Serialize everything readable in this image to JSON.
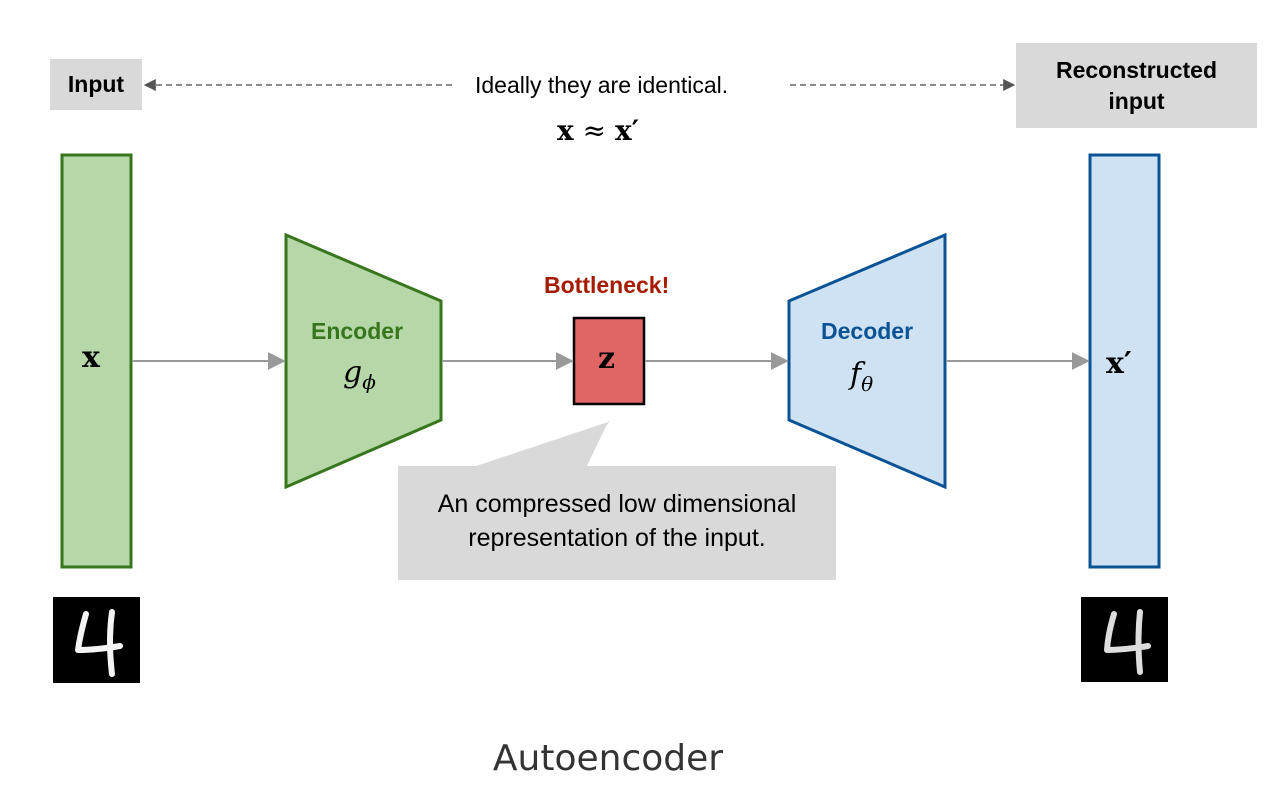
{
  "input_label": "Input",
  "output_label": "Reconstructed input",
  "note": "Ideally they are identical.",
  "identity": {
    "lhs": "x",
    "op": "≈",
    "rhs": "x′"
  },
  "input_symbol": "x",
  "encoder": {
    "title": "Encoder",
    "fn": "g",
    "sub": "ϕ"
  },
  "bottleneck": {
    "title": "Bottleneck!",
    "symbol": "z"
  },
  "decoder": {
    "title": "Decoder",
    "fn": "f",
    "sub": "θ"
  },
  "output_symbol": "x′",
  "callout": "An compressed low dimensional representation of the input.",
  "digit": "4",
  "caption": "Autoencoder",
  "colors": {
    "green_fill": "#b6d7a8",
    "green_stroke": "#38761d",
    "blue_fill": "#cfe2f3",
    "blue_stroke": "#0b5394",
    "red_fill": "#e06666",
    "bottleneck_text": "#a61c00",
    "gray_box": "#d9d9d9"
  }
}
